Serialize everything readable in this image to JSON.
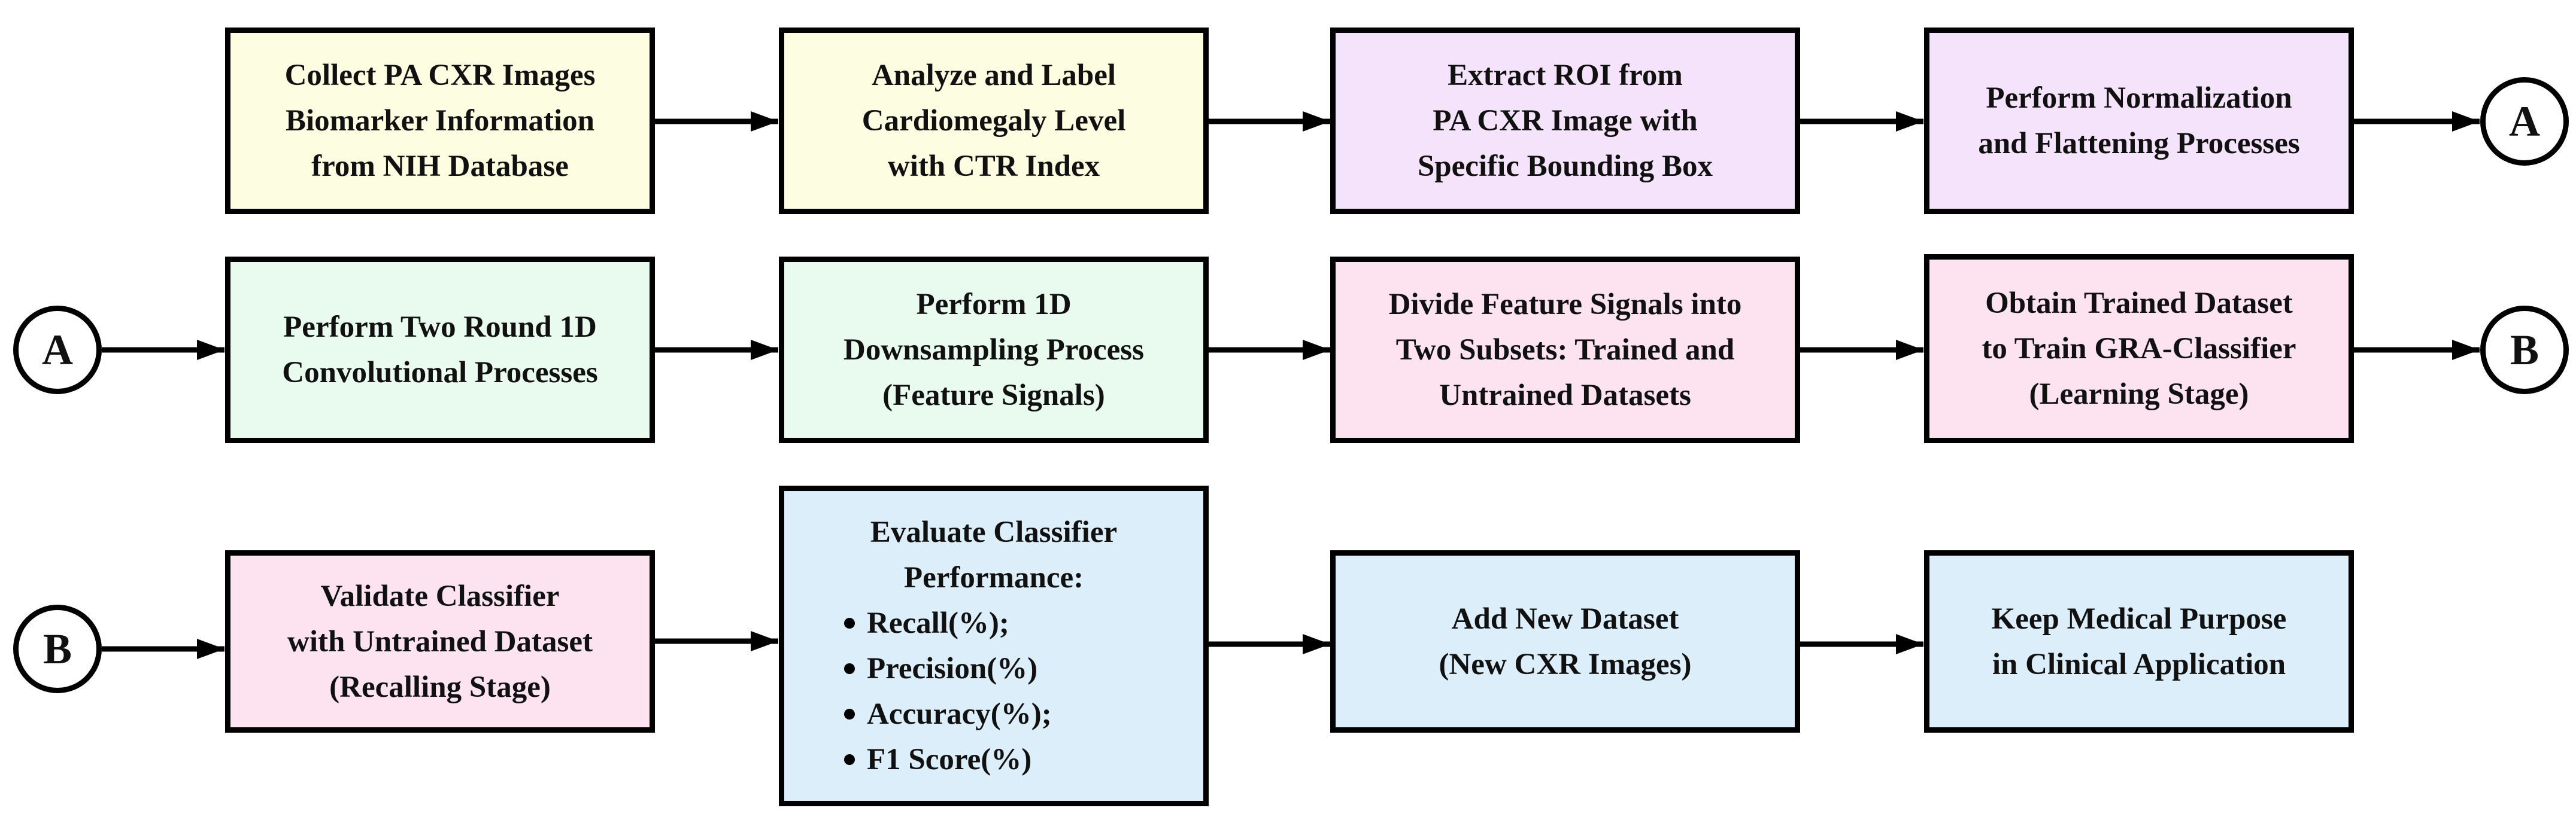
{
  "colors": {
    "yellow": "#FDFDE2",
    "purple": "#F4E3FB",
    "green": "#E8FBEE",
    "pink": "#FCE3EF",
    "blue": "#DDEEFB",
    "line": "#000000"
  },
  "connectors": {
    "a": "A",
    "b": "B"
  },
  "row1": {
    "collect": "Collect PA CXR Images\nBiomarker Information\nfrom NIH Database",
    "analyze": "Analyze and Label\nCardiomegaly Level\nwith CTR Index",
    "extract": "Extract ROI from\nPA CXR Image with\nSpecific Bounding Box",
    "normalize": "Perform Normalization\nand Flattening Processes"
  },
  "row2": {
    "convolution": "Perform Two Round 1D\nConvolutional Processes",
    "downsampling": "Perform 1D\nDownsampling Process\n(Feature Signals)",
    "divide": "Divide Feature Signals into\nTwo Subsets: Trained and\nUntrained Datasets",
    "train": "Obtain Trained Dataset\nto Train GRA-Classifier\n(Learning Stage)"
  },
  "row3": {
    "validate": "Validate Classifier\nwith Untrained Dataset\n(Recalling Stage)",
    "evaluate": {
      "title": "Evaluate Classifier\nPerformance:",
      "metrics": [
        "Recall(%);",
        "Precision(%)",
        "Accuracy(%);",
        "F1 Score(%)"
      ]
    },
    "add_dataset": "Add New Dataset\n(New CXR Images)",
    "keep_purpose": "Keep Medical Purpose\nin Clinical Application"
  }
}
